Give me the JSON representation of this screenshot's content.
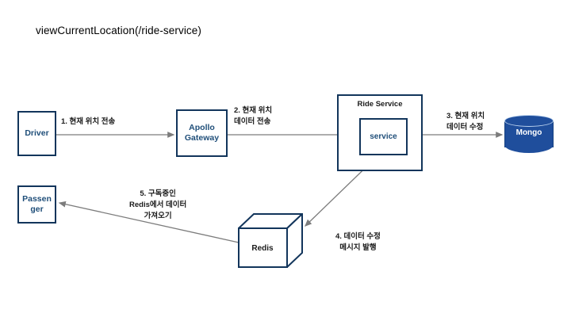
{
  "page": {
    "title": "viewCurrentLocation(/ride-service)",
    "background": "#ffffff"
  },
  "colors": {
    "node_border": "#12355b",
    "node_text": "#1f4e79",
    "mongo_fill": "#1f4e9c",
    "edge": "#808080",
    "label_text": "#1a1a1a"
  },
  "nodes": {
    "driver": {
      "label": "Driver",
      "shape": "rectangle"
    },
    "passenger": {
      "label_line1": "Passen",
      "label_line2": "ger",
      "shape": "rectangle"
    },
    "gateway": {
      "label_line1": "Apollo",
      "label_line2": "Gateway",
      "shape": "rectangle"
    },
    "ride_service": {
      "label": "Ride Service",
      "shape": "container"
    },
    "service": {
      "label": "service",
      "shape": "rectangle"
    },
    "mongo": {
      "label": "Mongo",
      "shape": "cylinder"
    },
    "redis": {
      "label": "Redis",
      "shape": "cube"
    }
  },
  "edges": [
    {
      "id": "1",
      "from": "driver",
      "to": "gateway",
      "label_line1": "1. 현재 위치 전송"
    },
    {
      "id": "2",
      "from": "gateway",
      "to": "service",
      "label_line1": "2. 현재 위치",
      "label_line2": "데이터 전송"
    },
    {
      "id": "3",
      "from": "service",
      "to": "mongo",
      "label_line1": "3. 현재 위치",
      "label_line2": "데이터 수정"
    },
    {
      "id": "4",
      "from": "service",
      "to": "redis",
      "label_line1": "4. 데이터 수정",
      "label_line2": "메시지 발행"
    },
    {
      "id": "5",
      "from": "redis",
      "to": "passenger",
      "label_line1": "5. 구독중인",
      "label_line2": "Redis에서 데이터",
      "label_line3": "가져오기"
    }
  ]
}
